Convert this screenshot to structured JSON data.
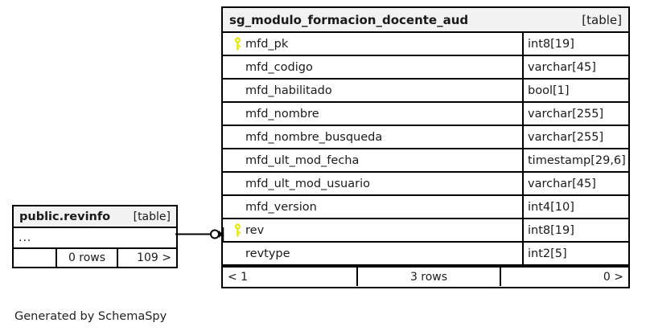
{
  "caption": "Generated by SchemaSpy",
  "colors": {
    "key_icon": "#e8e80e",
    "border": "#000000",
    "header_background": "#f2f2f2",
    "page_background": "#ffffff",
    "text": "#1a1a1a"
  },
  "main_table": {
    "name": "sg_modulo_formacion_docente_aud",
    "type_tag": "[table]",
    "columns": [
      {
        "name": "mfd_pk",
        "type": "int8[19]",
        "key": "primary-key"
      },
      {
        "name": "mfd_codigo",
        "type": "varchar[45]",
        "key": ""
      },
      {
        "name": "mfd_habilitado",
        "type": "bool[1]",
        "key": ""
      },
      {
        "name": "mfd_nombre",
        "type": "varchar[255]",
        "key": ""
      },
      {
        "name": "mfd_nombre_busqueda",
        "type": "varchar[255]",
        "key": ""
      },
      {
        "name": "mfd_ult_mod_fecha",
        "type": "timestamp[29,6]",
        "key": ""
      },
      {
        "name": "mfd_ult_mod_usuario",
        "type": "varchar[45]",
        "key": ""
      },
      {
        "name": "mfd_version",
        "type": "int4[10]",
        "key": ""
      },
      {
        "name": "rev",
        "type": "int8[19]",
        "key": "primary-key"
      },
      {
        "name": "revtype",
        "type": "int2[5]",
        "key": ""
      }
    ],
    "footer": {
      "parents": "< 1",
      "rows": "3 rows",
      "children": "0 >"
    }
  },
  "secondary_table": {
    "name": "public.revinfo",
    "type_tag": "[table]",
    "body_placeholder": "...",
    "footer": {
      "parents": "",
      "rows": "0 rows",
      "children": "109 >"
    }
  },
  "relationship": {
    "from": "public.revinfo",
    "to": "sg_modulo_formacion_docente_aud",
    "to_column": "rev",
    "source_notation": "zero-or-one",
    "target_notation": "many-crowsfoot"
  }
}
